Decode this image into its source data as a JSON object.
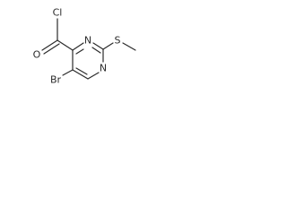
{
  "molecule": {
    "atoms": {
      "cl": "Cl",
      "o": "O",
      "n3": "N",
      "n1": "N",
      "s": "S",
      "br": "Br"
    }
  }
}
